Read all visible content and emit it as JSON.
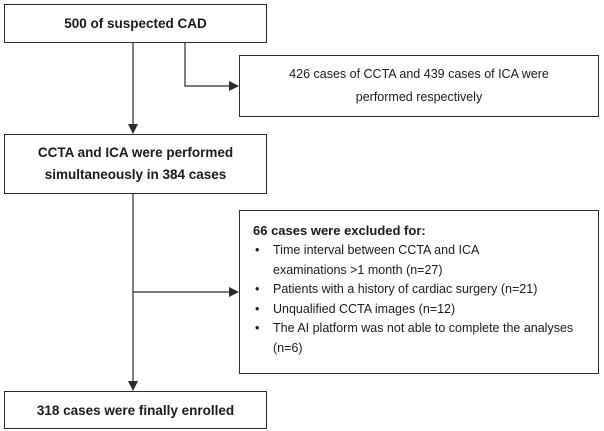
{
  "flowchart": {
    "start": "500 of suspected CAD",
    "performed_respectively": "426 cases of CCTA and 439 cases of ICA were performed respectively",
    "simultaneous": "CCTA and ICA were performed simultaneously in 384 cases",
    "excluded": {
      "title": "66 cases were excluded for:",
      "items": [
        "Time interval between CCTA and ICA examinations >1 month (n=27)",
        "Patients with a history of cardiac surgery (n=21)",
        "Unqualified CCTA images (n=12)",
        "The AI platform was not able to complete the analyses (n=6)"
      ]
    },
    "final": "318 cases were finally enrolled"
  }
}
